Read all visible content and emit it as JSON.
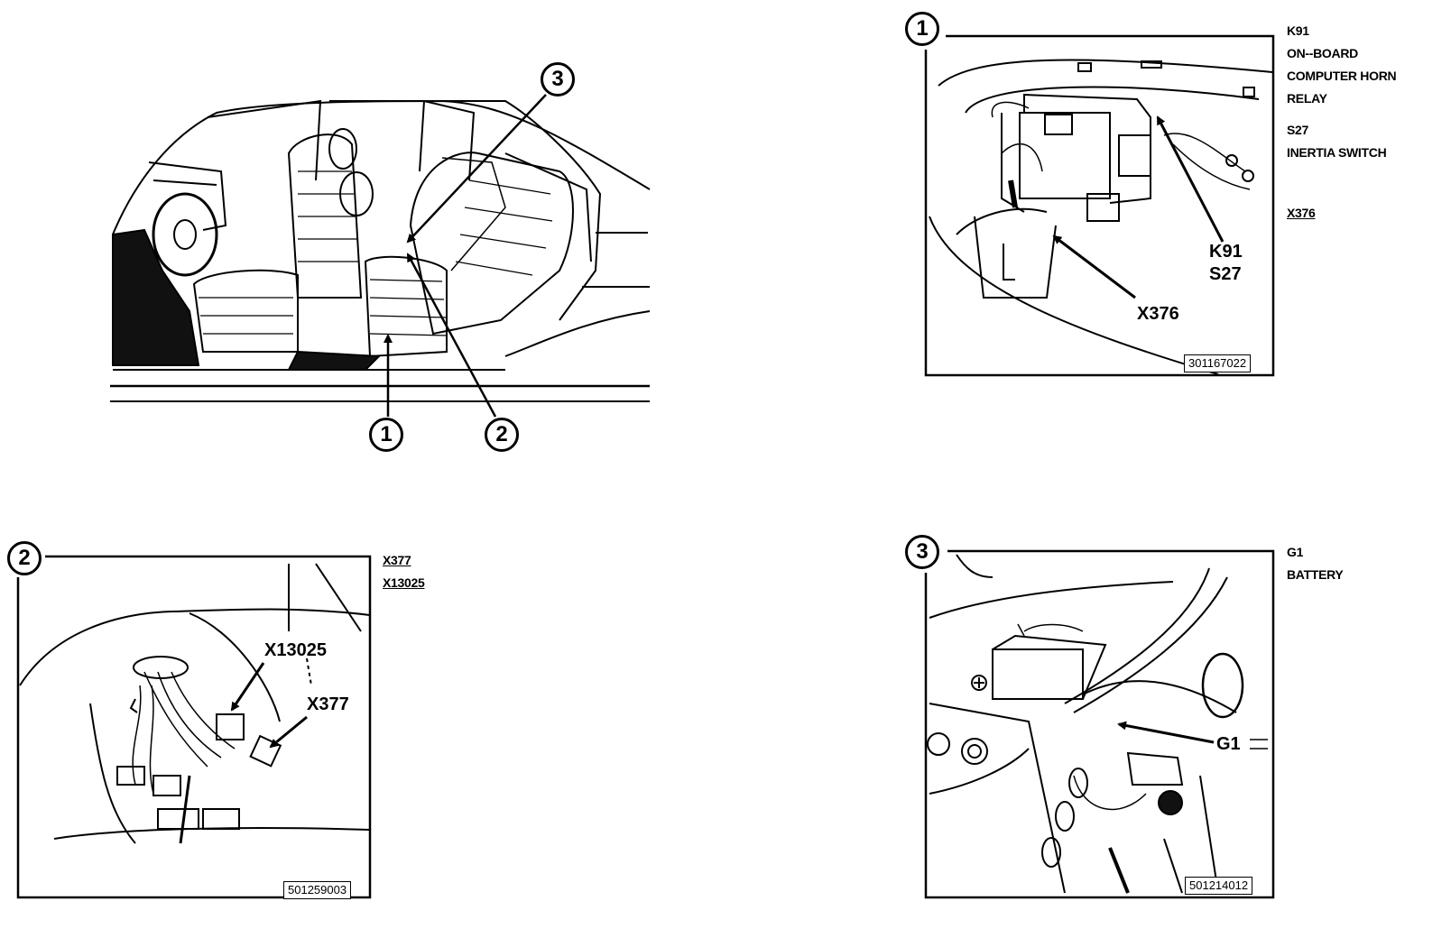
{
  "overview": {
    "callouts": [
      "1",
      "2",
      "3"
    ]
  },
  "panel1": {
    "number": "1",
    "ref_code": "301167022",
    "labels": {
      "k91": "K91",
      "s27": "S27",
      "x376": "X376"
    },
    "legend": {
      "k91_code": "K91",
      "k91_desc_1": "ON--BOARD",
      "k91_desc_2": "COMPUTER HORN",
      "k91_desc_3": "RELAY",
      "s27_code": "S27",
      "s27_desc": "INERTIA SWITCH",
      "x376_code": "X376"
    }
  },
  "panel2": {
    "number": "2",
    "ref_code": "501259003",
    "labels": {
      "x13025": "X13025",
      "x377": "X377"
    },
    "legend": {
      "x377_code": "X377",
      "x13025_code": "X13025"
    }
  },
  "panel3": {
    "number": "3",
    "ref_code": "501214012",
    "labels": {
      "g1": "G1"
    },
    "legend": {
      "g1_code": "G1",
      "g1_desc": "BATTERY"
    }
  }
}
